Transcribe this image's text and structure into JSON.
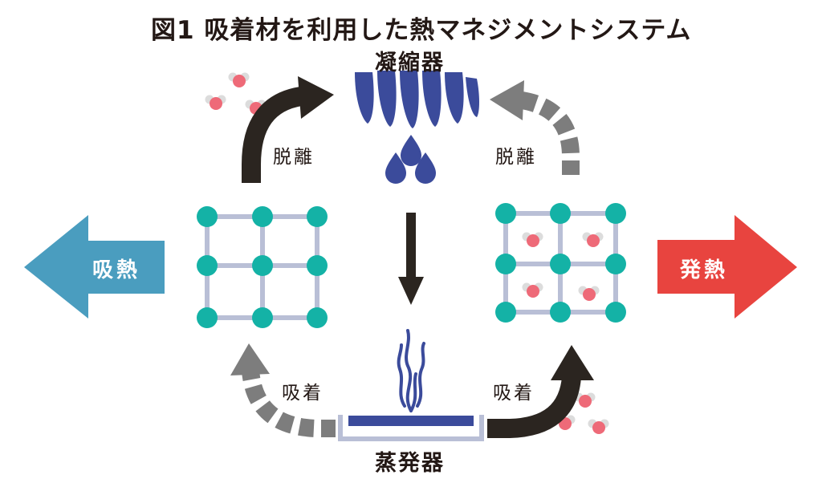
{
  "title": "図1 吸着材を利用した熱マネジメントシステム",
  "condenser": {
    "label": "凝縮器",
    "color": "#3b4b9b"
  },
  "evaporator": {
    "label": "蒸発器",
    "color": "#3b4b9b"
  },
  "left_arrow": {
    "label": "吸熱",
    "color": "#4a9dbf"
  },
  "right_arrow": {
    "label": "発熱",
    "color": "#e8443f"
  },
  "desorption_left": {
    "label": "脱離"
  },
  "desorption_right": {
    "label": "脱離"
  },
  "adsorption_left": {
    "label": "吸着"
  },
  "adsorption_right": {
    "label": "吸着"
  },
  "colors": {
    "node": "#14b2a6",
    "lattice": "#b9bfd6",
    "solid_arrow": "#2b2520",
    "dashed_arrow": "#7d7d7d",
    "molecule_o": "#ee6a78",
    "molecule_h": "#dddddd"
  }
}
